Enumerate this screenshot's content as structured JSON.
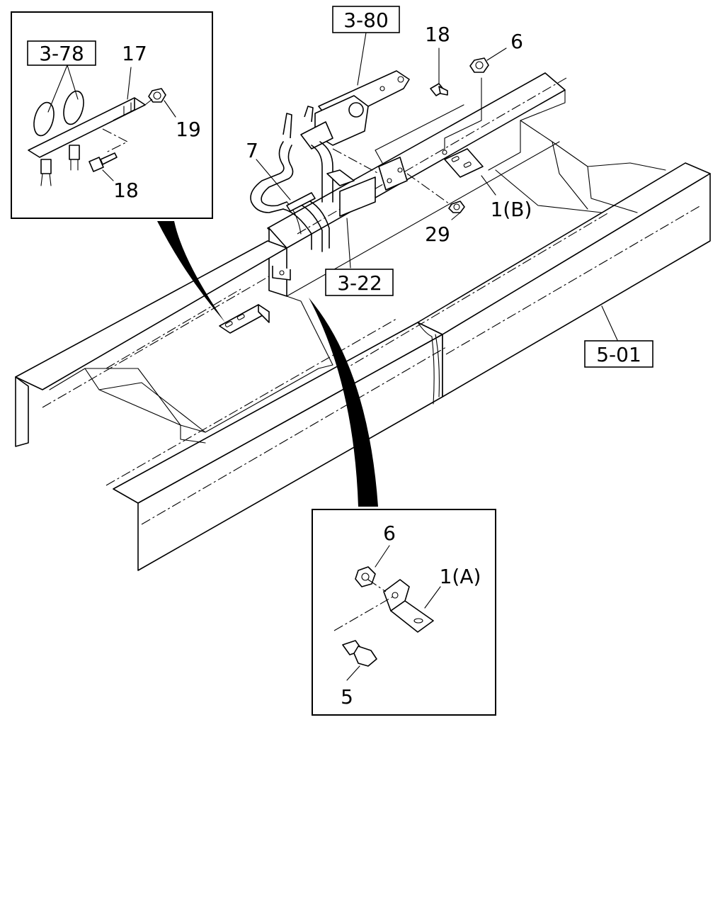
{
  "labels": {
    "ref_3_80": "3-80",
    "ref_3_78": "3-78",
    "ref_3_22": "3-22",
    "ref_5_01": "5-01",
    "part_17": "17",
    "part_19": "19",
    "part_18_inset": "18",
    "part_18_main": "18",
    "part_6_main": "6",
    "part_7": "7",
    "part_1b": "1(B)",
    "part_29": "29",
    "part_6_inset": "6",
    "part_1a": "1(A)",
    "part_5": "5"
  }
}
